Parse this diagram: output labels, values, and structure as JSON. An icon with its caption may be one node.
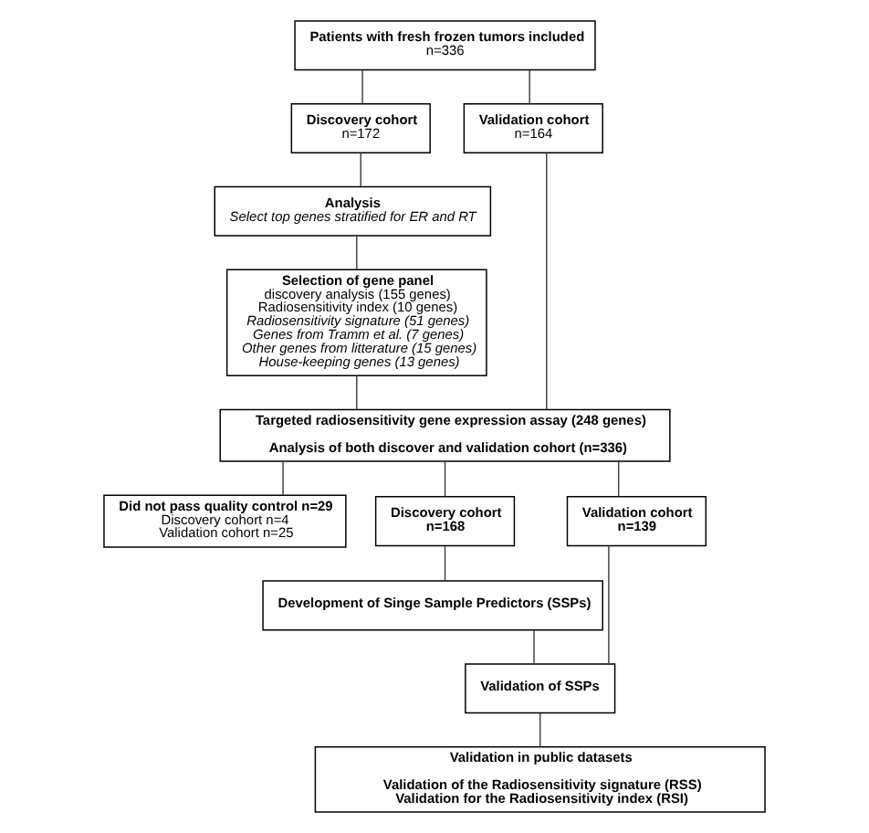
{
  "diagram": {
    "nodes": [
      {
        "text": [
          "Patients with fresh frozen tumors included",
          "n=336"
        ]
      },
      {
        "text": [
          "Discovery cohort",
          "n=172"
        ]
      },
      {
        "text": [
          "Validation cohort",
          "n=164"
        ]
      },
      {
        "text": [
          "Analysis",
          "Select top genes stratified for ER and RT"
        ]
      },
      {
        "text": [
          "Selection of gene panel",
          "discovery analysis (155 genes)",
          "Radiosensitivity index (10 genes)",
          "Radiosensitivity signature (51 genes)",
          "Genes from Tramm et al. (7 genes)",
          "Other genes from litterature (15 genes)",
          "House-keeping genes (13 genes)"
        ]
      },
      {
        "text": [
          "Targeted radiosensitivity gene expression assay (248 genes)",
          "Analysis of both discover and validation cohort (n=336)"
        ]
      },
      {
        "text": [
          "Did not pass quality control n=29",
          "Discovery cohort n=4",
          "Validation cohort n=25"
        ]
      },
      {
        "text": [
          "Discovery cohort",
          "n=168"
        ]
      },
      {
        "text": [
          "Validation cohort",
          "n=139"
        ]
      },
      {
        "text": [
          "Development of Singe Sample Predictors (SSPs)"
        ]
      },
      {
        "text": [
          "Validation of SSPs"
        ]
      },
      {
        "text": [
          "Validation in public datasets",
          "Validation of the Radiosensitivity signature (RSS)",
          "Validation for the Radiosensitivity index (RSI)"
        ]
      }
    ],
    "edges": [
      {
        "from": 0,
        "to": 1,
        "arrow": "none"
      },
      {
        "from": 0,
        "to": 2,
        "arrow": "none"
      },
      {
        "from": 1,
        "to": 3,
        "arrow": "none"
      },
      {
        "from": 3,
        "to": 4,
        "arrow": "none"
      },
      {
        "from": 4,
        "to": 5,
        "arrow": "none"
      },
      {
        "from": 2,
        "to": 5,
        "arrow": "none"
      },
      {
        "from": 5,
        "to": 6,
        "arrow": "none"
      },
      {
        "from": 5,
        "to": 7,
        "arrow": "none"
      },
      {
        "from": 5,
        "to": 8,
        "arrow": "none"
      },
      {
        "from": 7,
        "to": 9,
        "arrow": "none"
      },
      {
        "from": 9,
        "to": 10,
        "arrow": "none"
      },
      {
        "from": 8,
        "to": 10,
        "arrow": "none"
      },
      {
        "from": 10,
        "to": 11,
        "arrow": "none"
      }
    ]
  }
}
